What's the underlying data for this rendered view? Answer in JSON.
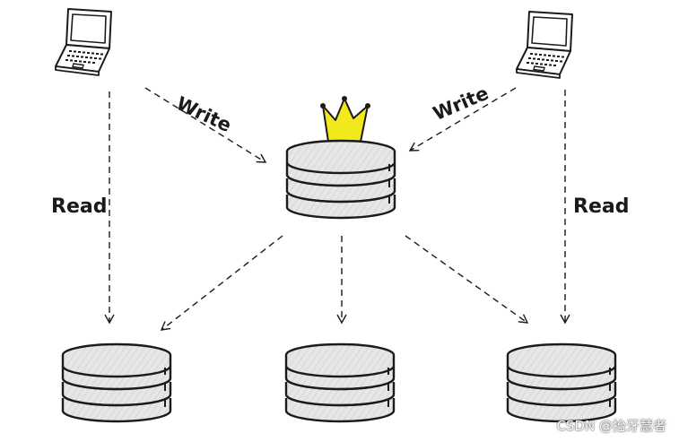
{
  "labels": {
    "read_left": "Read",
    "read_right": "Read",
    "write_left": "Write",
    "write_right": "Write"
  },
  "watermark": "CSDN @抬牙慧者",
  "nodes": {
    "clients": [
      "laptop-icon",
      "laptop-icon"
    ],
    "master": "database-icon",
    "master_badge": "crown-icon",
    "replicas": [
      "database-icon",
      "database-icon",
      "database-icon"
    ]
  },
  "colors": {
    "crown": "#f2e91c",
    "stroke": "#1b1b1b",
    "db_fill": "#e6e6e6"
  }
}
